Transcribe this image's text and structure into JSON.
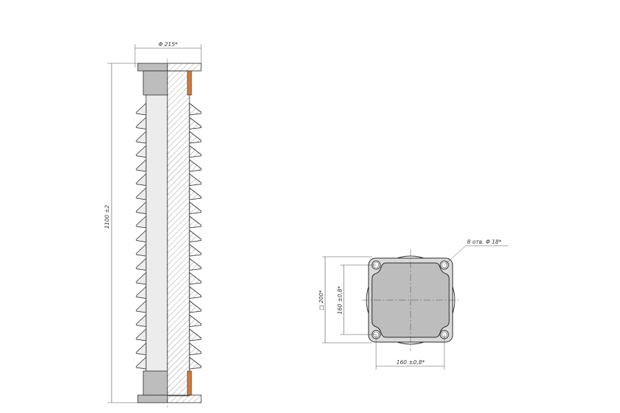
{
  "drawing": {
    "side_view": {
      "diameter_label": "Φ 215*",
      "height_label": "1100 ±2",
      "shed_count": 19
    },
    "end_view": {
      "holes_label": "8 отв. Φ 18*",
      "square_label": "□ 200*",
      "vertical_spacing_label": "160 ±0,8*",
      "horizontal_spacing_label": "160 ±0,8*"
    }
  },
  "colors": {
    "line": "#222222",
    "fill_dark": "#bdbdbd",
    "fill_light": "#ececec",
    "seal": "#d07a3a"
  }
}
